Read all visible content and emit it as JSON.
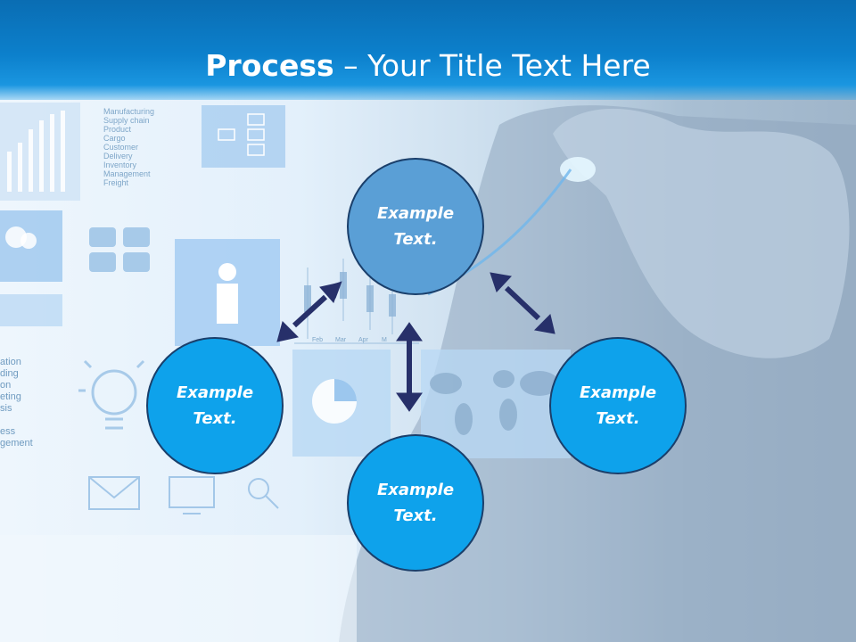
{
  "slide": {
    "title_bold": "Process",
    "title_rest": " – Your Title Text Here"
  },
  "background": {
    "list_items": [
      "Manufacturing",
      "Supply chain",
      "Product",
      "Cargo",
      "Customer",
      "Delivery",
      "Inventory",
      "Management",
      "Freight"
    ],
    "list_items_2": [
      "ation",
      "ding",
      "on",
      "eting",
      "sis",
      "",
      "ess",
      "gement"
    ],
    "chart_months": [
      "Feb",
      "Mar",
      "Apr",
      "M"
    ]
  },
  "diagram": {
    "nodes": [
      {
        "id": "top",
        "label_line1": "Example",
        "label_line2": "Text."
      },
      {
        "id": "left",
        "label_line1": "Example",
        "label_line2": "Text."
      },
      {
        "id": "right",
        "label_line1": "Example",
        "label_line2": "Text."
      },
      {
        "id": "bottom",
        "label_line1": "Example",
        "label_line2": "Text."
      }
    ],
    "colors": {
      "top_fill": "#5a9fd6",
      "node_fill": "#0ea2eb",
      "node_border": "#1a3f6b",
      "arrow": "#27306a",
      "header": "#0c80cc"
    }
  }
}
